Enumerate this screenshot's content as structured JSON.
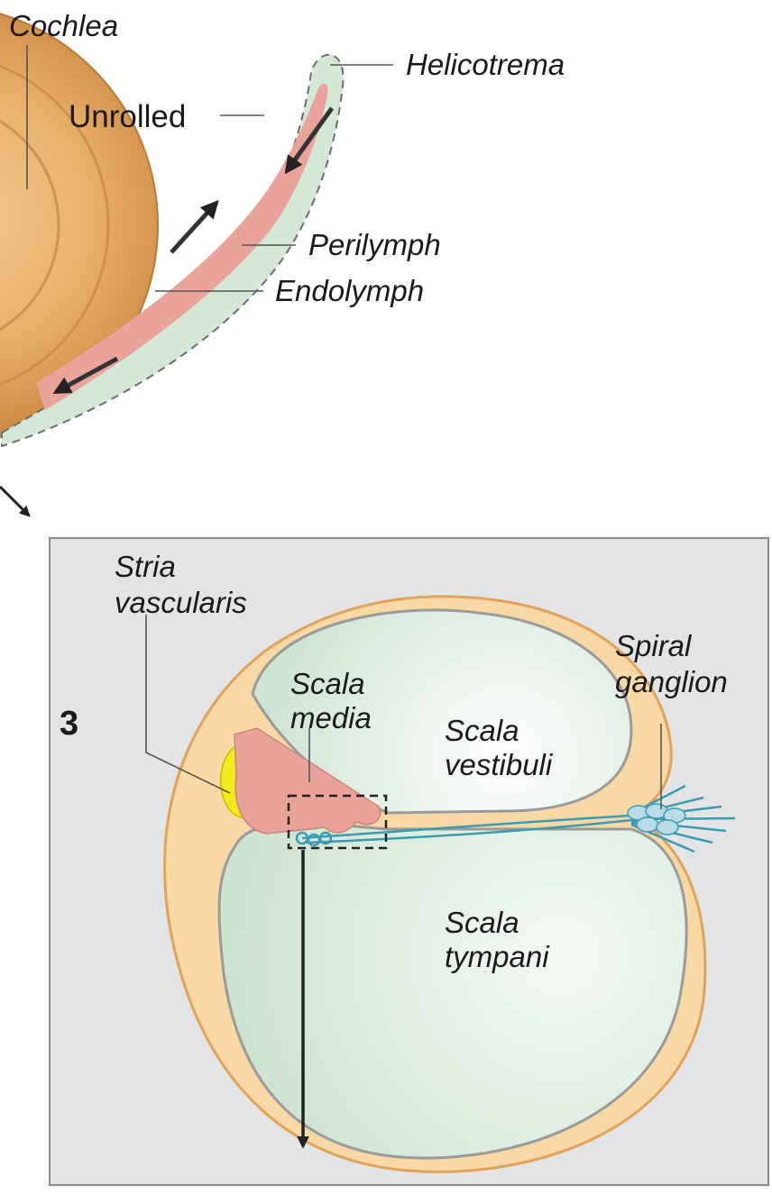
{
  "labels": {
    "cochlea": "Cochlea",
    "unrolled": "Unrolled",
    "helicotrema": "Helicotrema",
    "perilymph": "Perilymph",
    "endolymph": "Endolymph",
    "stria_line1": "Stria",
    "stria_line2": "vascularis",
    "scala_media_line1": "Scala",
    "scala_media_line2": "media",
    "scala_vestibuli_line1": "Scala",
    "scala_vestibuli_line2": "vestibuli",
    "scala_tympani_line1": "Scala",
    "scala_tympani_line2": "tympani",
    "spiral_line1": "Spiral",
    "spiral_line2": "ganglion",
    "panel_number": "3"
  },
  "colors": {
    "bone": "#e0a35a",
    "perilymph": "#d3e8d5",
    "endolymph": "#e9a39a",
    "panel_bg": "#e3e4e6",
    "cochlear_wall": "#f8d9a6",
    "stria": "#f2ea1c",
    "nerve": "#3a9bb3"
  }
}
